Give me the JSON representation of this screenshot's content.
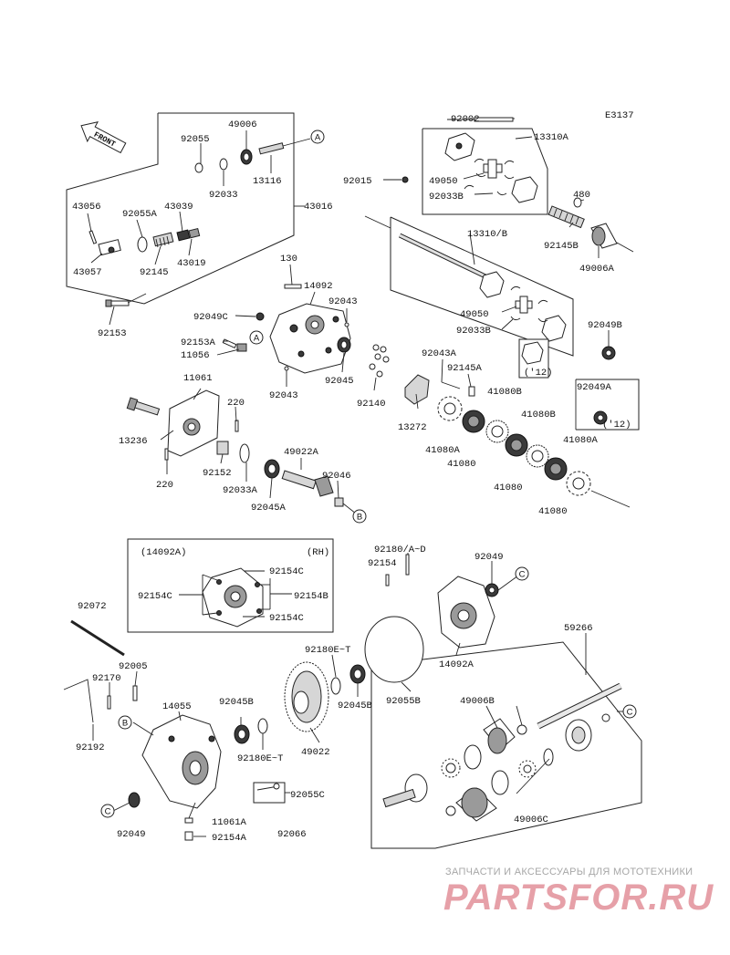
{
  "diagram_code": "E3137",
  "front_label": "FRONT",
  "callouts": {
    "a": "A",
    "b": "B",
    "c": "C"
  },
  "inset_title": "(14092A)",
  "inset_side": "(RH)",
  "note_12": "('12)",
  "labels": {
    "p92002": "92002",
    "p13310A": "13310A",
    "p92015": "92015",
    "p49050a": "49050",
    "p92033B_a": "92033B",
    "p480": "480",
    "p92145B": "92145B",
    "p49006A": "49006A",
    "p13310B": "13310/B",
    "p49050b": "49050",
    "p92033B_b": "92033B",
    "p92049B": "92049B",
    "p92049A": "92049A",
    "p92055": "92055",
    "p49006": "49006",
    "p92033": "92033",
    "p13116": "13116",
    "p43056": "43056",
    "p92055A": "92055A",
    "p43039": "43039",
    "p43016": "43016",
    "p43057": "43057",
    "p92145": "92145",
    "p43019": "43019",
    "p92153": "92153",
    "p130": "130",
    "p14092": "14092",
    "p92043a": "92043",
    "p92049C": "92049C",
    "p92153A": "92153A",
    "p11056": "11056",
    "p92045": "92045",
    "p92043b": "92043",
    "p92043A": "92043A",
    "p92145A": "92145A",
    "p92140": "92140",
    "p13272": "13272",
    "p41080B_a": "41080B",
    "p41080B_b": "41080B",
    "p41080A_a": "41080A",
    "p41080A_b": "41080A",
    "p41080_a": "41080",
    "p41080_b": "41080",
    "p41080_c": "41080",
    "p11061": "11061",
    "p220a": "220",
    "p13236": "13236",
    "p220b": "220",
    "p92152": "92152",
    "p49022A": "49022A",
    "p92033A": "92033A",
    "p92046": "92046",
    "p92045A": "92045A",
    "p92154C_a": "92154C",
    "p92154C_b": "92154C",
    "p92154B": "92154B",
    "p92154C_c": "92154C",
    "p92180AD": "92180/A~D",
    "p92154": "92154",
    "p92049a": "92049",
    "p14092A": "14092A",
    "p92072": "92072",
    "p59266": "59266",
    "p92005": "92005",
    "p92170": "92170",
    "p14055": "14055",
    "p92192": "92192",
    "p92180ET_a": "92180E~T",
    "p92055B": "92055B",
    "p92045B_a": "92045B",
    "p92045B_b": "92045B",
    "p92180ET_b": "92180E~T",
    "p49022": "49022",
    "p49006B": "49006B",
    "p92055C": "92055C",
    "p92049b": "92049",
    "p11061A": "11061A",
    "p92066": "92066",
    "p92154A": "92154A",
    "p49006C": "49006C"
  },
  "watermark": {
    "line1": "ЗАПЧАСТИ И АКСЕССУАРЫ ДЛЯ МОТОТЕХНИКИ",
    "line2": "PARTSFOR.RU"
  }
}
